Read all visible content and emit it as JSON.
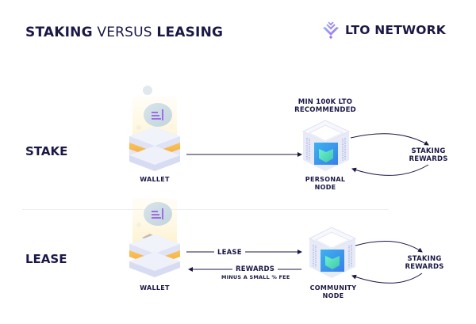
{
  "header": {
    "title_part1": "STAKING",
    "title_part2": "VERSUS",
    "title_part3": "LEASING",
    "logo_icon": "lto-chevron-logo-icon",
    "logo_text": "LTO NETWORK"
  },
  "colors": {
    "text_dark": "#1b1846",
    "accent_purple": "#7b5fe0",
    "accent_blue": "#4a8ff0",
    "wallet_orange": "#f4b53a",
    "node_teal": "#4fe0b5",
    "divider": "#eceef3"
  },
  "stake": {
    "label": "STAKE",
    "wallet_label": "WALLET",
    "node_note_line1": "MIN 100K LTO",
    "node_note_line2": "RECOMMENDED",
    "node_label_line1": "PERSONAL",
    "node_label_line2": "NODE",
    "rewards_line1": "STAKING",
    "rewards_line2": "REWARDS"
  },
  "lease": {
    "label": "LEASE",
    "wallet_label": "WALLET",
    "lease_arrow_label": "LEASE",
    "rewards_arrow_label": "REWARDS",
    "rewards_arrow_note": "MINUS A SMALL % FEE",
    "node_label_line1": "COMMUNITY",
    "node_label_line2": "NODE",
    "rewards_line1": "STAKING",
    "rewards_line2": "REWARDS"
  }
}
